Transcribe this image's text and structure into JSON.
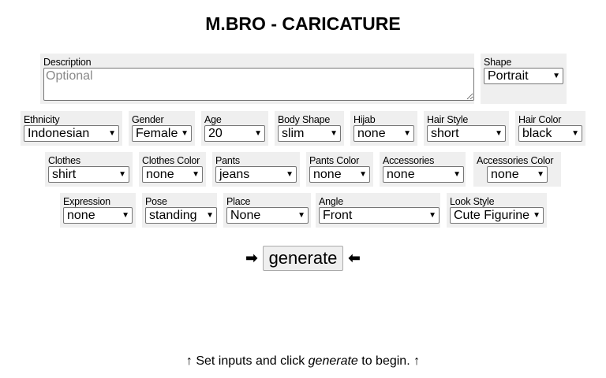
{
  "title": "M.BRO - CARICATURE",
  "description": {
    "label": "Description",
    "placeholder": "Optional",
    "value": ""
  },
  "shape": {
    "label": "Shape",
    "value": "Portrait"
  },
  "fields": {
    "ethnicity": {
      "label": "Ethnicity",
      "value": "Indonesian"
    },
    "gender": {
      "label": "Gender",
      "value": "Female"
    },
    "age": {
      "label": "Age",
      "value": "20"
    },
    "body_shape": {
      "label": "Body Shape",
      "value": "slim"
    },
    "hijab": {
      "label": "Hijab",
      "value": "none"
    },
    "hair_style": {
      "label": "Hair Style",
      "value": "short"
    },
    "hair_color": {
      "label": "Hair Color",
      "value": "black"
    },
    "clothes": {
      "label": "Clothes",
      "value": "shirt"
    },
    "clothes_color": {
      "label": "Clothes Color",
      "value": "none"
    },
    "pants": {
      "label": "Pants",
      "value": "jeans"
    },
    "pants_color": {
      "label": "Pants Color",
      "value": "none"
    },
    "accessories": {
      "label": "Accessories",
      "value": "none"
    },
    "accessories_color": {
      "label": "Accessories Color",
      "value": "none"
    },
    "expression": {
      "label": "Expression",
      "value": "none"
    },
    "pose": {
      "label": "Pose",
      "value": "standing"
    },
    "place": {
      "label": "Place",
      "value": "None"
    },
    "angle": {
      "label": "Angle",
      "value": "Front"
    },
    "look_style": {
      "label": "Look Style",
      "value": "Cute Figurine"
    }
  },
  "generate": {
    "label": "generate",
    "arrow_left": "➡",
    "arrow_right": "⬅"
  },
  "status": {
    "pre": "↑ Set inputs and click ",
    "em": "generate",
    "post": " to begin. ↑"
  }
}
